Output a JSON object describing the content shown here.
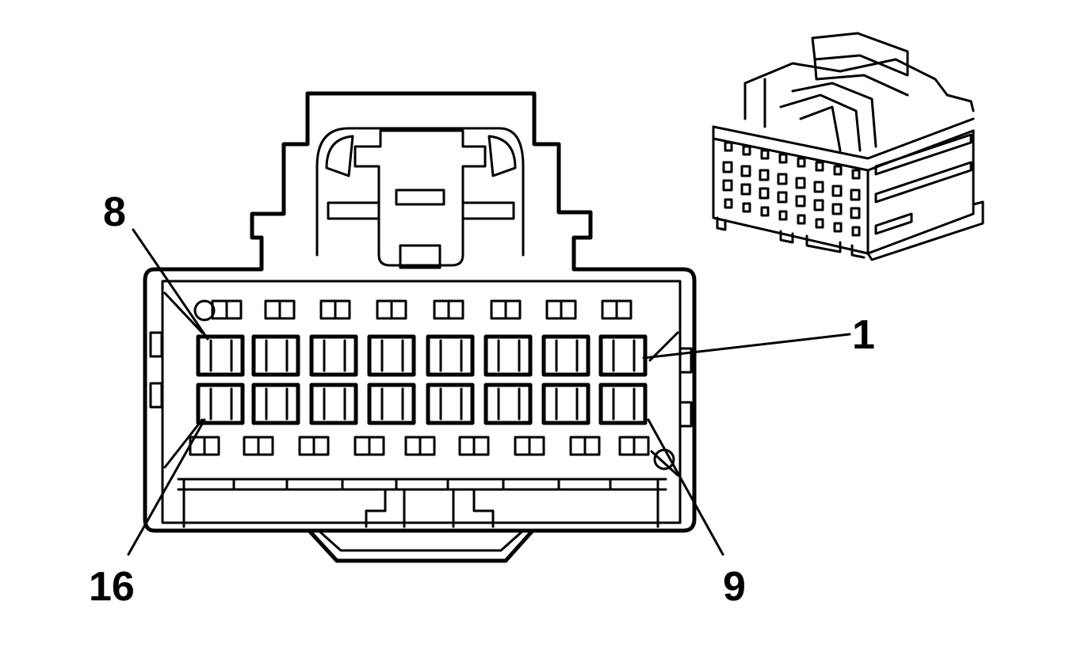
{
  "labels": {
    "pin_8": "8",
    "pin_1": "1",
    "pin_16": "16",
    "pin_9": "9"
  },
  "pins": {
    "row_top_count": 8,
    "row_bottom_count": 8
  },
  "colors": {
    "line": "#000000",
    "background": "#ffffff"
  }
}
